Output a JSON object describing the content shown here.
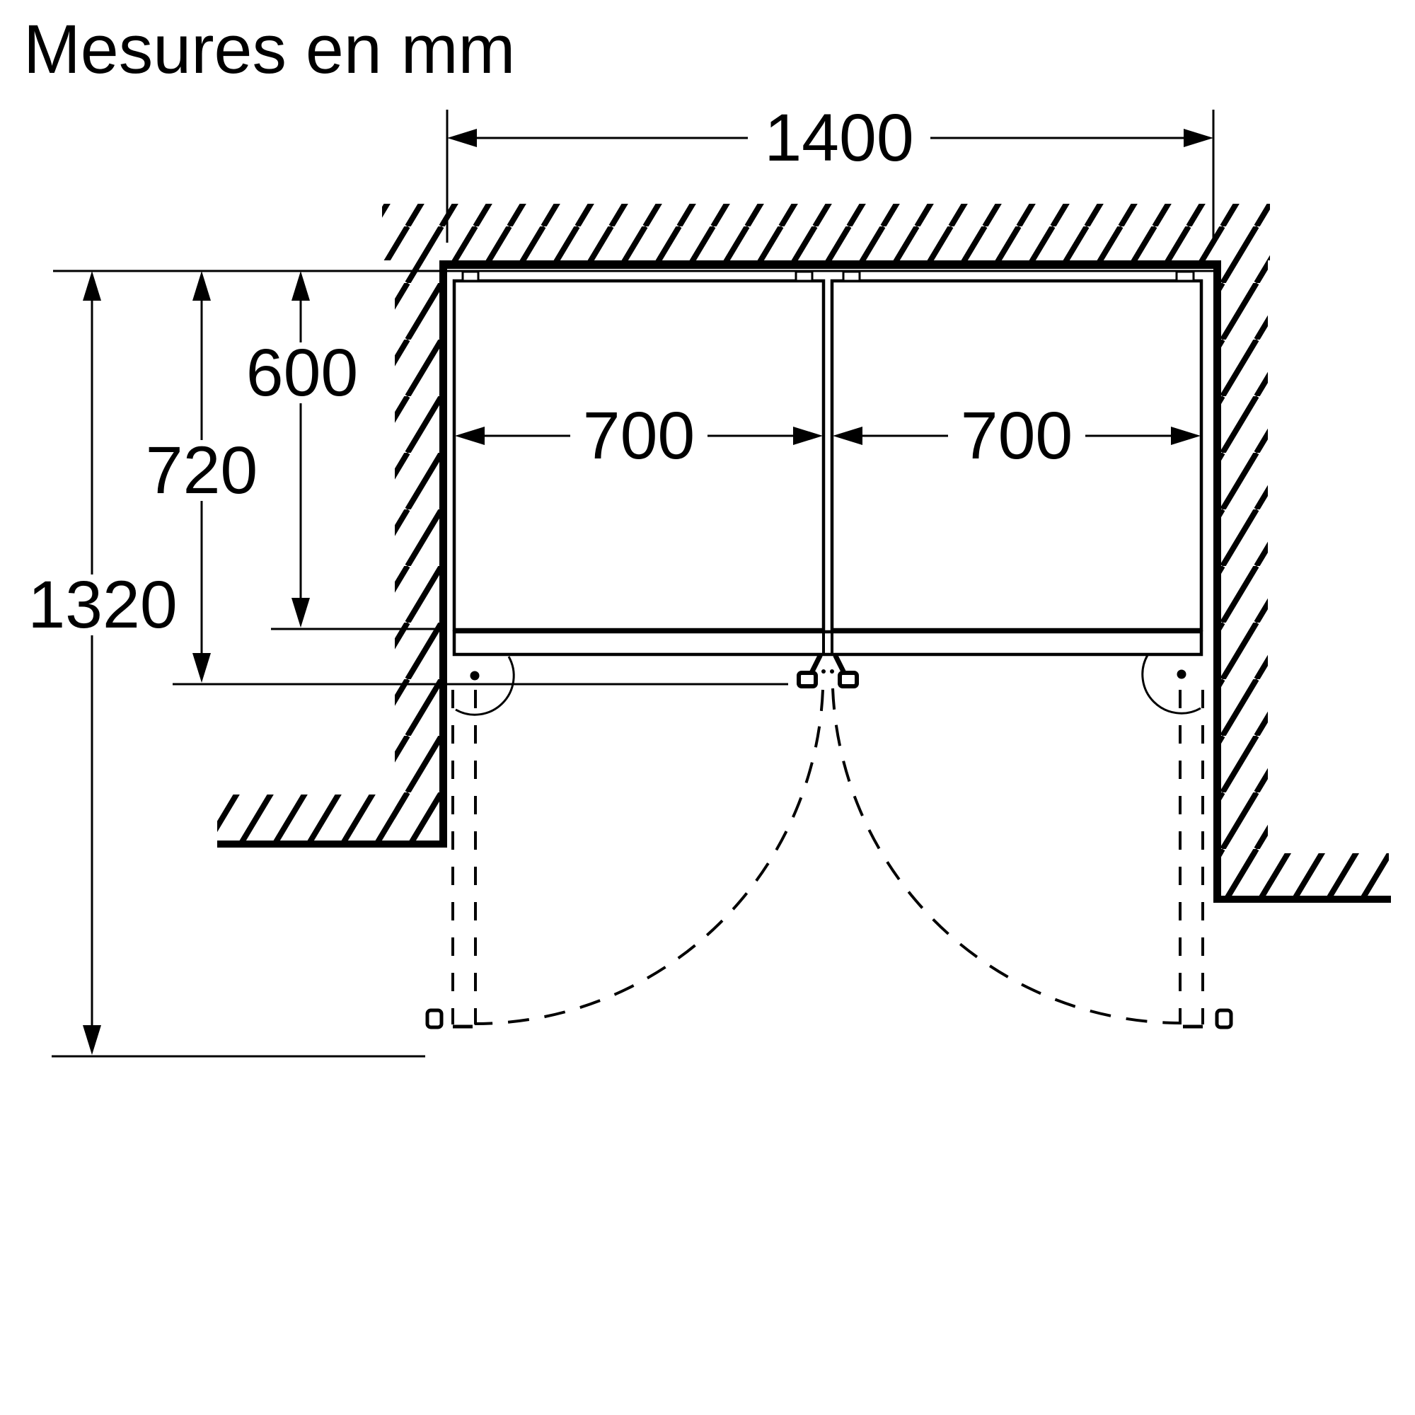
{
  "title": "Mesures en mm",
  "diagram": {
    "type": "appliance-installation-top-view",
    "background_color": "#ffffff",
    "line_color": "#000000",
    "dimensions": {
      "niche_width": "1400",
      "left_door_width": "700",
      "right_door_width": "700",
      "depth_closed": "600",
      "depth_with_hinges": "720",
      "depth_door_open": "1320"
    }
  }
}
